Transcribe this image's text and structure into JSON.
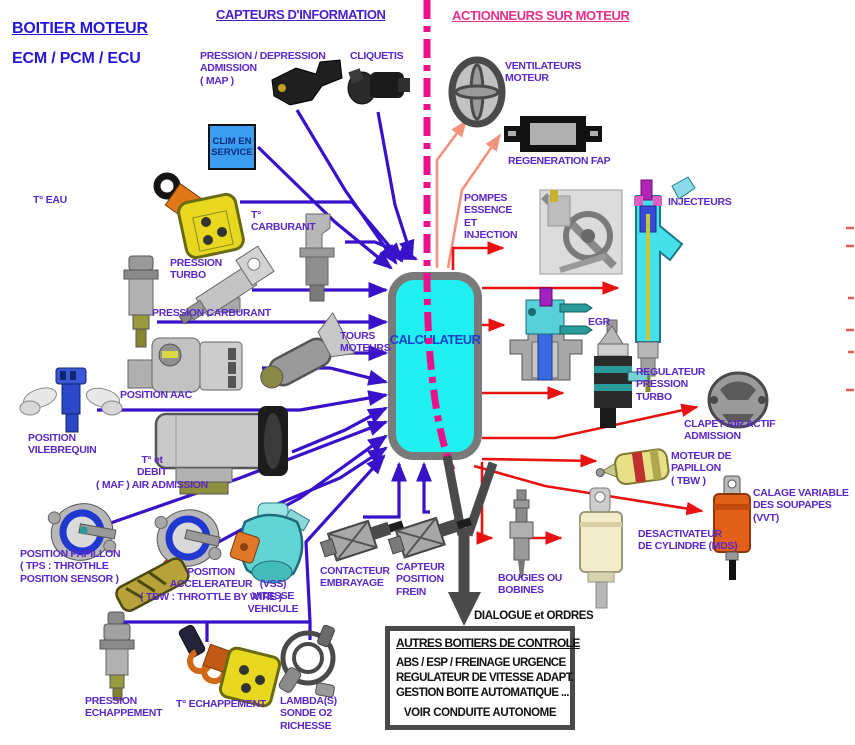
{
  "titles": {
    "unit_line1": "BOITIER MOTEUR",
    "unit_line2": "ECM / PCM / ECU",
    "sensors_header": "CAPTEURS D'INFORMATION",
    "actuators_header": "ACTIONNEURS SUR MOTEUR"
  },
  "ecu": {
    "label": "CALCULATEUR"
  },
  "clim_box": {
    "label": "CLIM EN\nSERVICE"
  },
  "sensors": {
    "map": {
      "label": "PRESSION / DEPRESSION\nADMISSION\n( MAP )"
    },
    "cliquetis": {
      "label": "CLIQUETIS"
    },
    "t_eau": {
      "label": "T° EAU"
    },
    "t_carburant": {
      "label": "T°\nCARBURANT"
    },
    "pression_turbo": {
      "label": "PRESSION\nTURBO"
    },
    "pression_carburant": {
      "label": "PRESSION CARBURANT"
    },
    "tours_moteurs": {
      "label": "TOURS\nMOTEURS"
    },
    "position_aac": {
      "label": "POSITION AAC"
    },
    "position_vilebrequin": {
      "label": "POSITION\nVILEBREQUIN"
    },
    "maf": {
      "label": "T° et\nDEBIT\n( MAF ) AIR ADMISSION"
    },
    "tps": {
      "label": "POSITION PAPILLON\n( TPS : THROTHLE\nPOSITION SENSOR )"
    },
    "accelerateur": {
      "label": "POSITION\nACCELERATEUR\n( TBW : THROTTLE BY WIRE )"
    },
    "vss": {
      "label": "(VSS)\nVITESSE\nVEHICULE"
    },
    "contacteur_embrayage": {
      "label": "CONTACTEUR\nEMBRAYAGE"
    },
    "capteur_frein": {
      "label": "CAPTEUR\nPOSITION\nFREIN"
    },
    "pression_echappement": {
      "label": "PRESSION\nECHAPPEMENT"
    },
    "t_echappement": {
      "label": "T° ECHAPPEMENT"
    },
    "lambda": {
      "label": "LAMBDA(S)\nSONDE O2\nRICHESSE"
    }
  },
  "actuators": {
    "ventilateurs": {
      "label": "VENTILATEURS\nMOTEUR"
    },
    "regeneration_fap": {
      "label": "REGENERATION FAP"
    },
    "pompes": {
      "label": "POMPES\nESSENCE\nET\nINJECTION"
    },
    "injecteurs": {
      "label": "INJECTEURS"
    },
    "egr": {
      "label": "EGR"
    },
    "regulateur_turbo": {
      "label": "REGULATEUR\nPRESSION\nTURBO"
    },
    "clapet": {
      "label": "CLAPET AIR ACTIF\nADMISSION"
    },
    "moteur_papillon": {
      "label": "MOTEUR DE\nPAPILLON\n( TBW )"
    },
    "vvt": {
      "label": "CALAGE VARIABLE\nDES SOUPAPES\n(VVT)"
    },
    "mds": {
      "label": "DESACTIVATEUR\nDE CYLINDRE (MDS)"
    },
    "bougies": {
      "label": "BOUGIES OU\nBOBINES"
    }
  },
  "dialogue": {
    "label": "DIALOGUE et ORDRES"
  },
  "control_box": {
    "title": "AUTRES BOITIERS DE CONTROLE",
    "line1": "ABS / ESP / FREINAGE URGENCE",
    "line2": "REGULATEUR DE VITESSE ADAPT.",
    "line3": "GESTION BOITE AUTOMATIQUE ...",
    "footer": "VOIR CONDUITE AUTONOME"
  },
  "colors": {
    "sensor_label": "#5a28c8",
    "unit_title": "#2418d8",
    "actuators_header": "#e8308a",
    "sensor_line": "#3812c8",
    "actuator_line": "#e81212",
    "fan_lines": "#f2937f",
    "divider": "#e9128a",
    "ecu_fill": "#20f0f0",
    "clim_fill": "#3b9cf0"
  }
}
